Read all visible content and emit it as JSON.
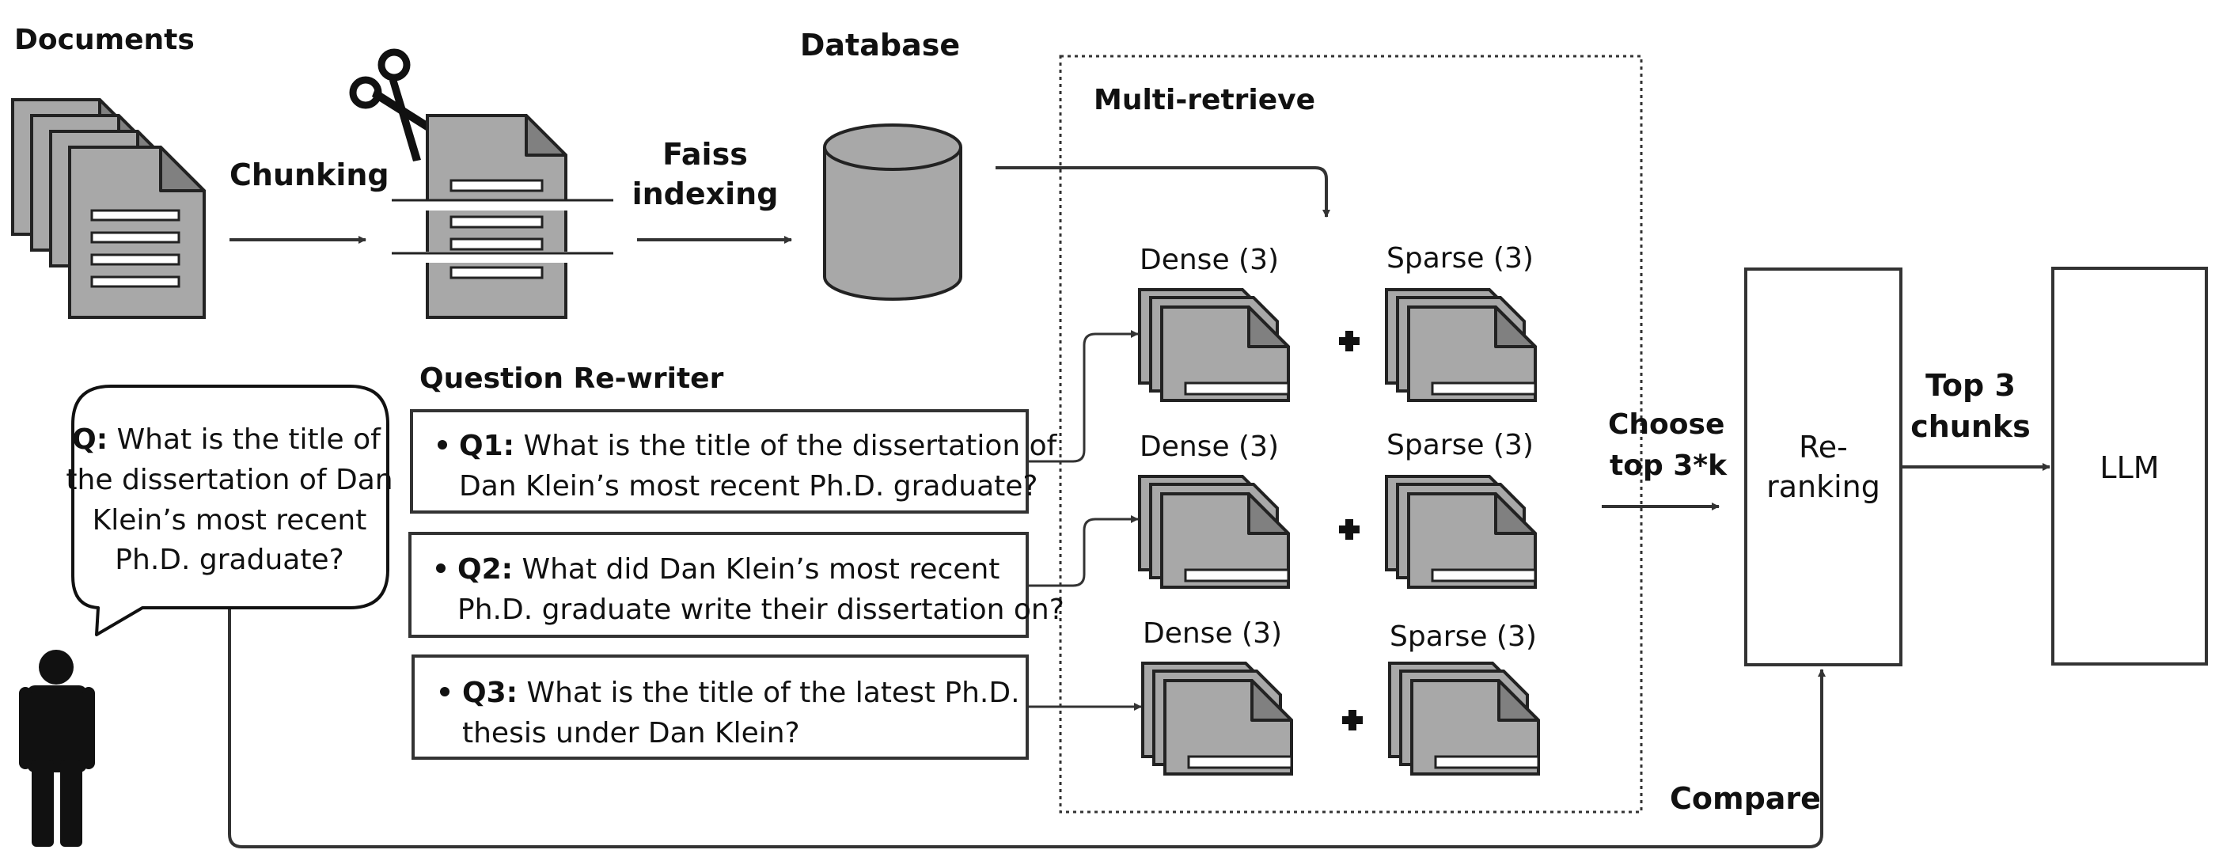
{
  "labels": {
    "documents": "Documents",
    "chunking": "Chunking",
    "faiss_line1": "Faiss",
    "faiss_line2": "indexing",
    "database": "Database",
    "multi_retrieve": "Multi-retrieve",
    "question_rewriter": "Question Re-writer",
    "choose_line1": "Choose",
    "choose_line2": "top 3*k",
    "top3_line1": "Top 3",
    "top3_line2": "chunks",
    "compare": "Compare"
  },
  "user_question": {
    "label": "Q:",
    "lines": [
      " What is the title of",
      "the dissertation of Dan",
      "Klein’s most recent",
      "Ph.D. graduate?"
    ]
  },
  "rewrites": [
    {
      "label": "Q1:",
      "line1": " What is the title of the dissertation of",
      "line2": "Dan Klein’s most recent Ph.D. graduate?"
    },
    {
      "label": "Q2:",
      "line1": " What did Dan Klein’s most recent",
      "line2": "Ph.D. graduate write their dissertation on?"
    },
    {
      "label": "Q3:",
      "line1": " What is the title of the latest Ph.D.",
      "line2": "thesis under Dan Klein?"
    }
  ],
  "retrieval_rows": [
    {
      "dense": "Dense (3)",
      "sparse": "Sparse (3)"
    },
    {
      "dense": "Dense (3)",
      "sparse": "Sparse (3)"
    },
    {
      "dense": "Dense (3)",
      "sparse": "Sparse (3)"
    }
  ],
  "reranking": {
    "line1": "Re-",
    "line2": "ranking"
  },
  "llm": "LLM",
  "colors": {
    "doc_fill": "#a8a8a8",
    "stroke": "#222222",
    "arrow": "#333333",
    "background": "#ffffff"
  }
}
